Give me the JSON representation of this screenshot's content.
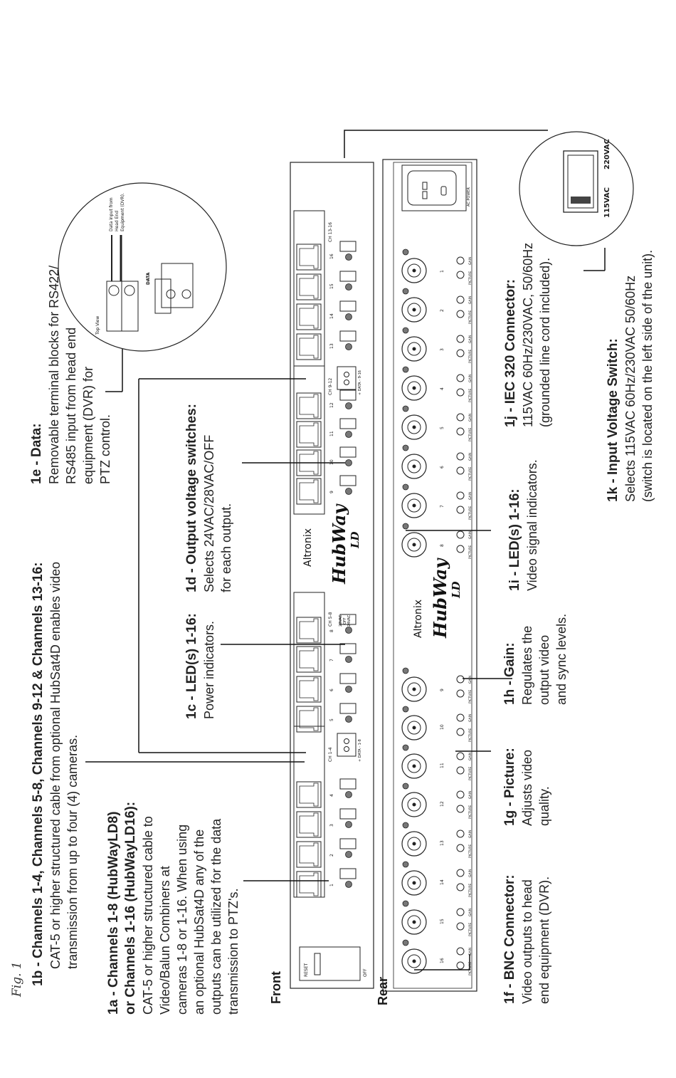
{
  "figure_label": "Fig. 1",
  "front_label": "Front",
  "rear_label": "Rear",
  "callouts": {
    "c1b": {
      "title": "1b - Channels 1-4, Channels 5-8, Channels 9-12 & Channels 13-16:",
      "lines": [
        "CAT-5 or higher structured cable from optional HubSat4D enables video",
        "transmission from up to four (4) cameras."
      ]
    },
    "c1a": {
      "title": "1a - Channels 1-8 (HubWayLD8)",
      "title2": "or Channels 1-16 (HubWayLD16):",
      "lines": [
        "CAT-5 or higher structured cable to",
        "Video/Balun Combiners at",
        "cameras 1-8 or 1-16. When using",
        "an optional HubSat4D any of the",
        "outputs can be utilized for the data",
        "transmission to PTZ's."
      ]
    },
    "c1c": {
      "title": "1c - LED(s) 1-16:",
      "lines": [
        "Power indicators."
      ]
    },
    "c1d": {
      "title": "1d - Output voltage switches:",
      "lines": [
        "Selects 24VAC/28VAC/OFF",
        "for each output."
      ]
    },
    "c1e": {
      "title": "1e - Data:",
      "lines": [
        "Removable terminal blocks for RS422/",
        "RS485 input from head end",
        "equipment (DVR) for",
        "PTZ control."
      ]
    },
    "c1f": {
      "title": "1f - BNC Connector:",
      "lines": [
        "Video outputs to head",
        "end equipment (DVR)."
      ]
    },
    "c1g": {
      "title": "1g - Picture:",
      "lines": [
        "Adjusts video",
        "quality."
      ]
    },
    "c1h": {
      "title": "1h - Gain:",
      "lines": [
        "Regulates the",
        "output video",
        "and sync levels."
      ]
    },
    "c1i": {
      "title": "1i - LED(s) 1-16:",
      "lines": [
        "Video signal indicators."
      ]
    },
    "c1j": {
      "title": "1j - IEC 320 Connector:",
      "lines": [
        "115VAC 60Hz/230VAC, 50/60Hz",
        "(grounded line cord included)."
      ]
    },
    "c1k": {
      "title": "1k - Input Voltage Switch:",
      "lines": [
        "Selects 115VAC 60Hz/230VAC 50/60Hz",
        "(switch is located on the left side of the unit)."
      ]
    }
  },
  "front_panel": {
    "reset_label": "RESET",
    "off_label": "OFF",
    "channel_numbers": [
      "1",
      "2",
      "3",
      "4",
      "5",
      "6",
      "7",
      "8",
      "9",
      "10",
      "11",
      "12",
      "13",
      "14",
      "15",
      "16"
    ],
    "group_labels": [
      "CH 1-4",
      "CH 5-8",
      "CH 9-12",
      "CH 13-16"
    ],
    "data_labels": [
      "+ DATA - 1-8",
      "+ DATA - 9-16"
    ],
    "voltage_labels": [
      "28VAC",
      "OFF",
      "24VAC"
    ],
    "brand": "Altronix",
    "logo": "HubWay",
    "logo_sub": "LD"
  },
  "rear_panel": {
    "channel_numbers": [
      "16",
      "15",
      "14",
      "13",
      "12",
      "11",
      "10",
      "9",
      "8",
      "7",
      "6",
      "5",
      "4",
      "3",
      "2",
      "1"
    ],
    "picture_label": "PICTURE",
    "gain_label": "GAIN",
    "ac_label": "AC POWER",
    "brand": "Altronix",
    "logo": "HubWay",
    "logo_sub": "LD"
  },
  "loupe_data": {
    "top_view": "Top View",
    "data": "DATA",
    "note": [
      "Data input from",
      "Head End",
      "Equipment (DVR)."
    ]
  },
  "loupe_switch": {
    "left": "115VAC",
    "right": "220VAC"
  }
}
